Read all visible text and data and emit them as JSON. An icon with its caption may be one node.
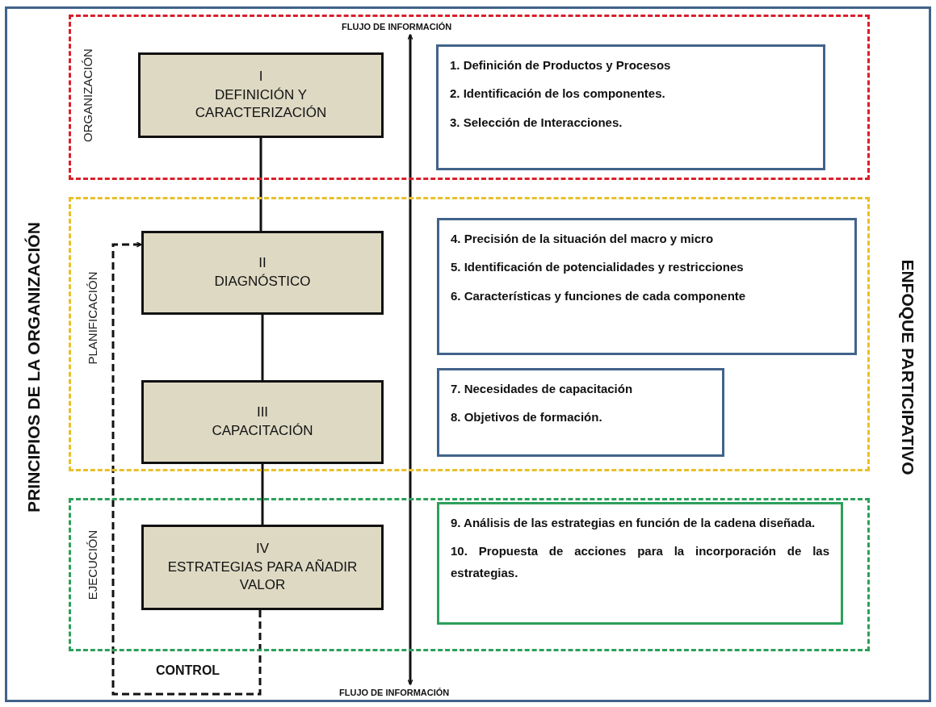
{
  "diagram": {
    "nodes": [
      {
        "text": [
          "ORGANIZACIÓN"
        ]
      },
      {
        "text": [
          "I",
          "DEFINICIÓN Y CARACTERIZACIÓN"
        ],
        "in": 0
      },
      {
        "text": [
          "1. Definición de Productos y Procesos",
          "2. Identificación de los componentes.",
          "3. Selección de Interacciones."
        ],
        "in": 0
      },
      {
        "text": [
          "PLANIFICACIÓN"
        ]
      },
      {
        "text": [
          "II",
          "DIAGNÓSTICO"
        ],
        "in": 3
      },
      {
        "text": [
          "4. Precisión de la situación del macro y micro",
          "5. Identificación de potencialidades y restricciones",
          "6. Características y funciones de cada componente"
        ],
        "in": 3
      },
      {
        "text": [
          "III",
          "CAPACITACIÓN"
        ],
        "in": 3
      },
      {
        "text": [
          "7. Necesidades de capacitación",
          "8. Objetivos de formación."
        ],
        "in": 3
      },
      {
        "text": [
          "EJECUCIÓN"
        ]
      },
      {
        "text": [
          "IV",
          "ESTRATEGIAS PARA AÑADIR VALOR"
        ],
        "in": 8
      },
      {
        "text": [
          "9. Análisis de las estrategias en función de la cadena diseñada.",
          "10. Propuesta de acciones para la incorporación de las estrategias."
        ],
        "in": 8
      },
      {
        "text": [
          "FLUJO DE INFORMACIÓN"
        ],
        "in": 0
      },
      {
        "text": [
          "FLUJO DE INFORMACIÓN"
        ]
      }
    ],
    "edges": [
      {
        "from": 1,
        "to": 4,
        "arrow": "none"
      },
      {
        "from": 4,
        "to": 6,
        "arrow": "none"
      },
      {
        "from": 6,
        "to": 9,
        "arrow": "none"
      },
      {
        "from": 9,
        "to": 4,
        "arrow": "to",
        "label": "CONTROL",
        "style": "dashed"
      },
      {
        "from": 11,
        "to": 12,
        "arrow": "both"
      }
    ],
    "labels": [
      "PRINCIPIOS DE LA ORGANIZACIÓN",
      "ENFOQUE PARTICIPATIVO"
    ]
  }
}
